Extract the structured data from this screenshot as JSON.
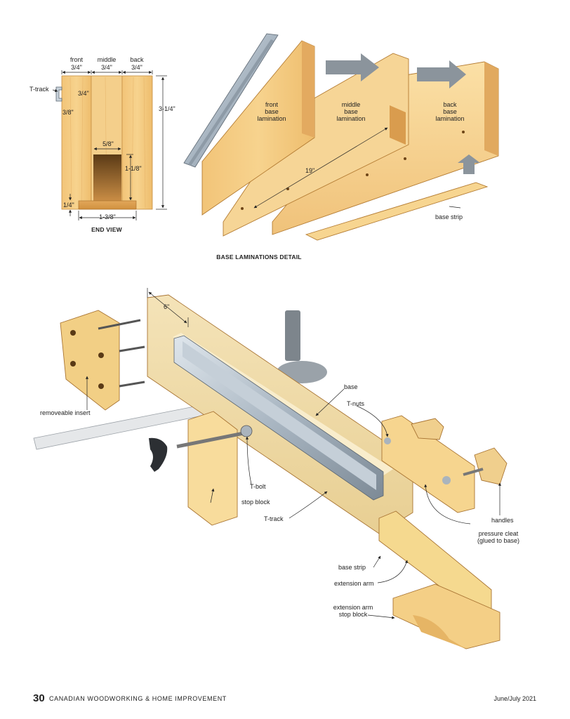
{
  "end_view": {
    "col_headers": [
      "front",
      "middle",
      "back"
    ],
    "col_widths": [
      "3/4\"",
      "3/4\"",
      "3/4\""
    ],
    "ttrack_label": "T-track",
    "ttrack_dims": [
      "3/4\"",
      "3/8\""
    ],
    "slot_width": "5/8\"",
    "slot_height": "1-1/8\"",
    "overall_height": "3-1/4\"",
    "base_strip_thickness": "1/4\"",
    "bottom_width": "1-3/8\"",
    "caption": "END VIEW"
  },
  "laminations": {
    "labels": [
      "front\nbase\nlamination",
      "middle\nbase\nlamination",
      "back\nbase\nlamination"
    ],
    "length": "19\"",
    "base_strip": "base strip",
    "caption": "BASE LAMINATIONS DETAIL"
  },
  "assembly": {
    "dim_6": "6\"",
    "labels": {
      "removeable_insert": "removeable insert",
      "base": "base",
      "tnuts": "T-nuts",
      "tbolt": "T-bolt",
      "stop_block": "stop block",
      "ttrack": "T-track",
      "handles": "handles",
      "pressure_cleat": "pressure cleat\n(glued to base)",
      "base_strip": "base strip",
      "extension_arm": "extension arm",
      "ext_stop_block": "extension arm\nstop block"
    }
  },
  "footer": {
    "page_number": "30",
    "publication": "CANADIAN WOODWORKING & HOME IMPROVEMENT",
    "date": "June/July 2021"
  }
}
